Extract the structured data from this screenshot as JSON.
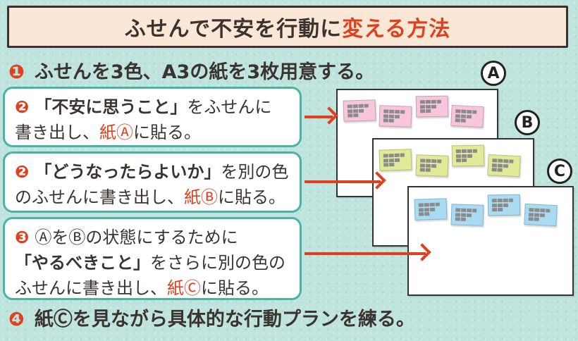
{
  "title": {
    "main": "ふせんで不安を行動に",
    "accent": "変える方法"
  },
  "steps": {
    "s1": {
      "num": "❶",
      "text": "ふせんを3色、A3の紙を3枚用意する。"
    },
    "s2": {
      "num": "❷",
      "quote": "「不安に思うこと」",
      "text_a": "をふせんに",
      "text_b": "書き出し、",
      "paper_ref": "紙Ⓐ",
      "text_c": "に貼る。"
    },
    "s3": {
      "num": "❷",
      "quote": "「どうなったらよいか」",
      "text_a": "を別の色",
      "text_b": "のふせんに書き出し、",
      "paper_ref": "紙Ⓑ",
      "text_c": "に貼る。"
    },
    "s4": {
      "num": "❸",
      "text_a": "ⒶをⒷの状態にするために",
      "quote": "「やるべきこと」",
      "text_b": "をさらに別の色の",
      "text_c": "ふせんに書き出し、",
      "paper_ref": "紙Ⓒ",
      "text_d": "に貼る。"
    },
    "s5": {
      "num": "❹",
      "text": "紙Ⓒを見ながら具体的な行動プランを練る。"
    }
  },
  "papers": {
    "a": "A",
    "b": "B",
    "c": "C"
  },
  "colors": {
    "accent": "#e1401e",
    "teal_border": "#49b3a6",
    "background": "#bfe3dd",
    "title_bg": "#fbe7d6",
    "note_pink": "#f7c5dc",
    "note_yellow": "#e2ea97",
    "note_blue": "#a9dcf3"
  },
  "icons": {
    "arrow": "right-arrow-icon",
    "sticky_note": "sticky-note-icon"
  }
}
